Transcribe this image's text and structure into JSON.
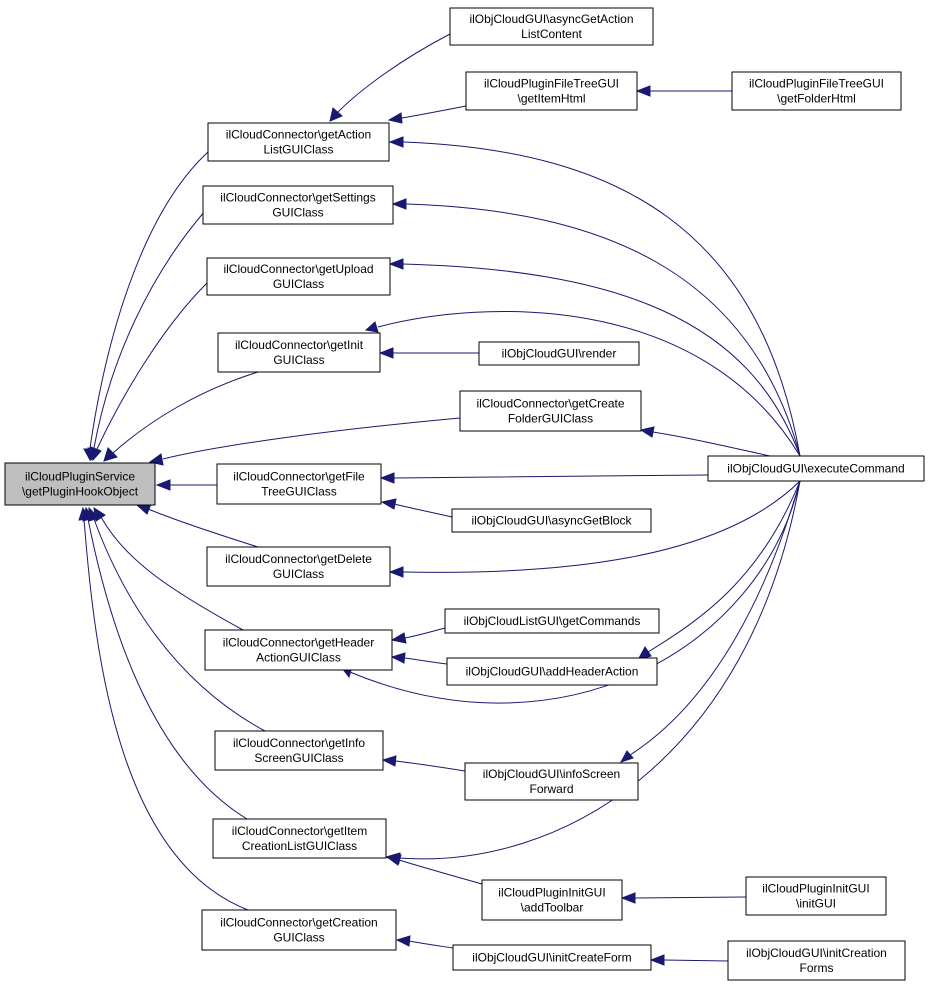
{
  "nodes": [
    {
      "id": "root",
      "lines": [
        "ilCloudPluginService",
        "\\getPluginHookObject"
      ],
      "root": true
    },
    {
      "id": "async_action",
      "lines": [
        "ilObjCloudGUI\\asyncGetAction",
        "ListContent"
      ]
    },
    {
      "id": "filetree_item",
      "lines": [
        "ilCloudPluginFileTreeGUI",
        "\\getItemHtml"
      ]
    },
    {
      "id": "filetree_folder",
      "lines": [
        "ilCloudPluginFileTreeGUI",
        "\\getFolderHtml"
      ]
    },
    {
      "id": "c_action",
      "lines": [
        "ilCloudConnector\\getAction",
        "ListGUIClass"
      ]
    },
    {
      "id": "c_settings",
      "lines": [
        "ilCloudConnector\\getSettings",
        "GUIClass"
      ]
    },
    {
      "id": "c_upload",
      "lines": [
        "ilCloudConnector\\getUpload",
        "GUIClass"
      ]
    },
    {
      "id": "c_init",
      "lines": [
        "ilCloudConnector\\getInit",
        "GUIClass"
      ]
    },
    {
      "id": "render",
      "lines": [
        "ilObjCloudGUI\\render"
      ]
    },
    {
      "id": "c_createfolder",
      "lines": [
        "ilCloudConnector\\getCreate",
        "FolderGUIClass"
      ]
    },
    {
      "id": "execute",
      "lines": [
        "ilObjCloudGUI\\executeCommand"
      ]
    },
    {
      "id": "c_filetree",
      "lines": [
        "ilCloudConnector\\getFile",
        "TreeGUIClass"
      ]
    },
    {
      "id": "async_block",
      "lines": [
        "ilObjCloudGUI\\asyncGetBlock"
      ]
    },
    {
      "id": "c_delete",
      "lines": [
        "ilCloudConnector\\getDelete",
        "GUIClass"
      ]
    },
    {
      "id": "list_commands",
      "lines": [
        "ilObjCloudListGUI\\getCommands"
      ]
    },
    {
      "id": "c_header",
      "lines": [
        "ilCloudConnector\\getHeader",
        "ActionGUIClass"
      ]
    },
    {
      "id": "add_header",
      "lines": [
        "ilObjCloudGUI\\addHeaderAction"
      ]
    },
    {
      "id": "c_info",
      "lines": [
        "ilCloudConnector\\getInfo",
        "ScreenGUIClass"
      ]
    },
    {
      "id": "info_forward",
      "lines": [
        "ilObjCloudGUI\\infoScreen",
        "Forward"
      ]
    },
    {
      "id": "c_item",
      "lines": [
        "ilCloudConnector\\getItem",
        "CreationListGUIClass"
      ]
    },
    {
      "id": "init_toolbar",
      "lines": [
        "ilCloudPluginInitGUI",
        "\\addToolbar"
      ]
    },
    {
      "id": "init_gui",
      "lines": [
        "ilCloudPluginInitGUI",
        "\\initGUI"
      ]
    },
    {
      "id": "c_creation",
      "lines": [
        "ilCloudConnector\\getCreation",
        "GUIClass"
      ]
    },
    {
      "id": "init_create_form",
      "lines": [
        "ilObjCloudGUI\\initCreateForm"
      ]
    },
    {
      "id": "init_creation_forms",
      "lines": [
        "ilObjCloudGUI\\initCreation",
        "Forms"
      ]
    }
  ]
}
